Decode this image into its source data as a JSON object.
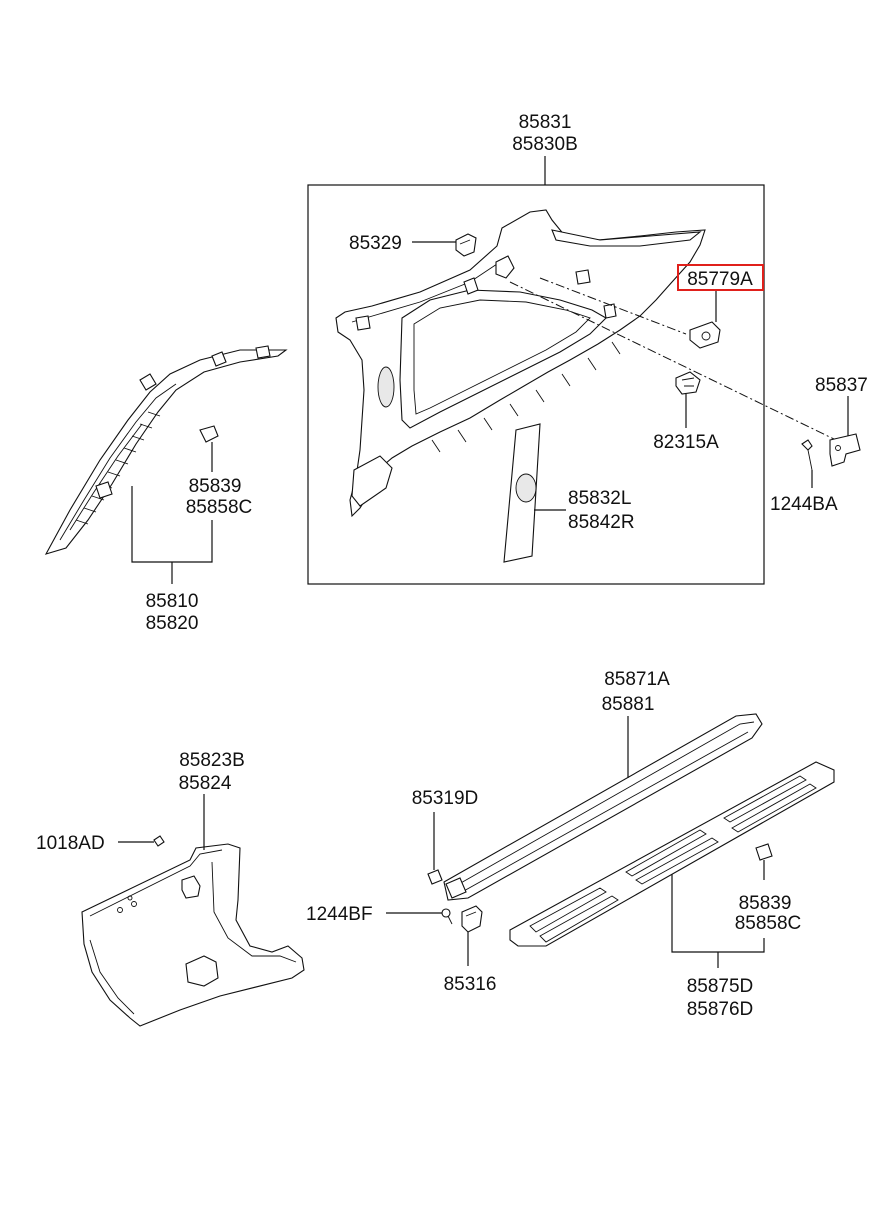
{
  "highlight_color": "#e0201b",
  "labels": {
    "p85831": "85831",
    "p85830B": "85830B",
    "p85329": "85329",
    "p85779A": "85779A",
    "p85837": "85837",
    "p82315A": "82315A",
    "p1244BA": "1244BA",
    "p85832L": "85832L",
    "p85842R": "85842R",
    "p85839_a": "85839",
    "p85858C_a": "85858C",
    "p85810": "85810",
    "p85820": "85820",
    "p85871A": "85871A",
    "p85881": "85881",
    "p85823B": "85823B",
    "p85824": "85824",
    "p85319D": "85319D",
    "p1018AD": "1018AD",
    "p1244BF": "1244BF",
    "p85316": "85316",
    "p85839_b": "85839",
    "p85858C_b": "85858C",
    "p85875D": "85875D",
    "p85876D": "85876D"
  }
}
